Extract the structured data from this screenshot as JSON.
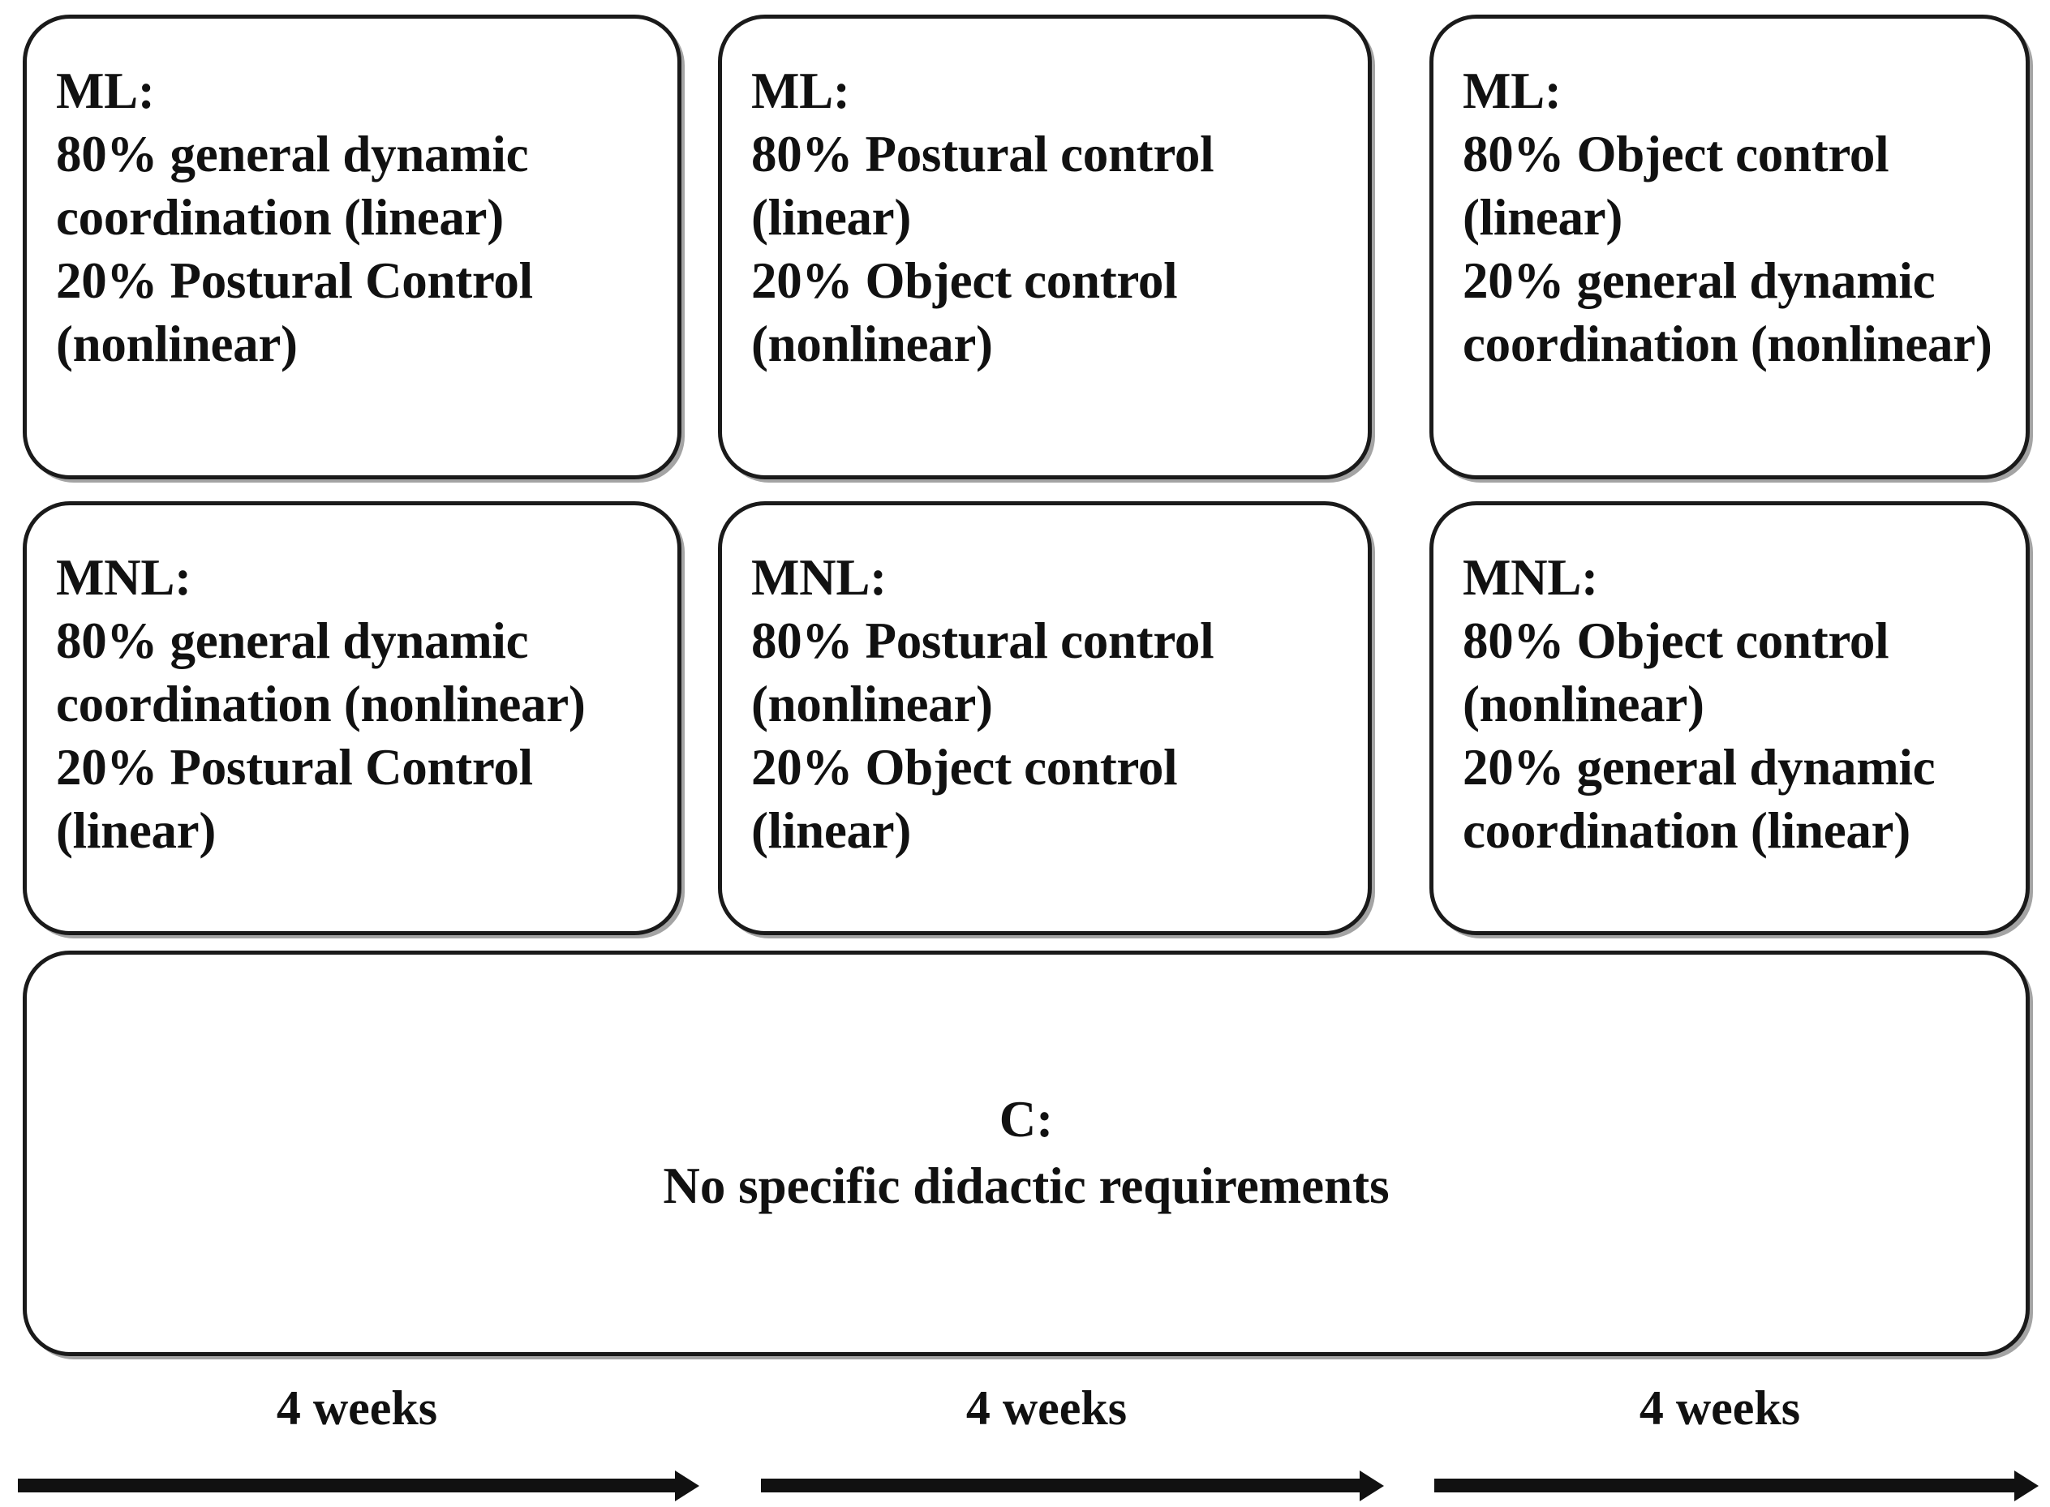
{
  "figure": {
    "background_color": "#ffffff",
    "line_color": "#111111"
  },
  "groups": {
    "ml_label": "ML:",
    "mnl_label": "MNL:",
    "control_label": "C:"
  },
  "rows": {
    "ml": [
      {
        "group": "ML:",
        "body": "80% general dynamic coordination (linear)\n20% Postural Control (nonlinear)"
      },
      {
        "group": "ML:",
        "body": "80% Postural control (linear)\n20% Object control (nonlinear)"
      },
      {
        "group": "ML:",
        "body": "80% Object control (linear)\n20% general dynamic coordination (nonlinear)"
      }
    ],
    "mnl": [
      {
        "group": "MNL:",
        "body": "80% general dynamic coordination (nonlinear)\n20% Postural Control (linear)"
      },
      {
        "group": "MNL:",
        "body": "80% Postural control (nonlinear)\n20% Object control (linear)"
      },
      {
        "group": "MNL:",
        "body": "80% Object control (nonlinear)\n20% general dynamic coordination (linear)"
      }
    ],
    "control": {
      "title": "C:",
      "description": "No specific didactic requirements"
    }
  },
  "timeline": {
    "phases": [
      {
        "duration": "4 weeks"
      },
      {
        "duration": "4 weeks"
      },
      {
        "duration": "4 weeks"
      }
    ],
    "arrow_direction": "right"
  }
}
